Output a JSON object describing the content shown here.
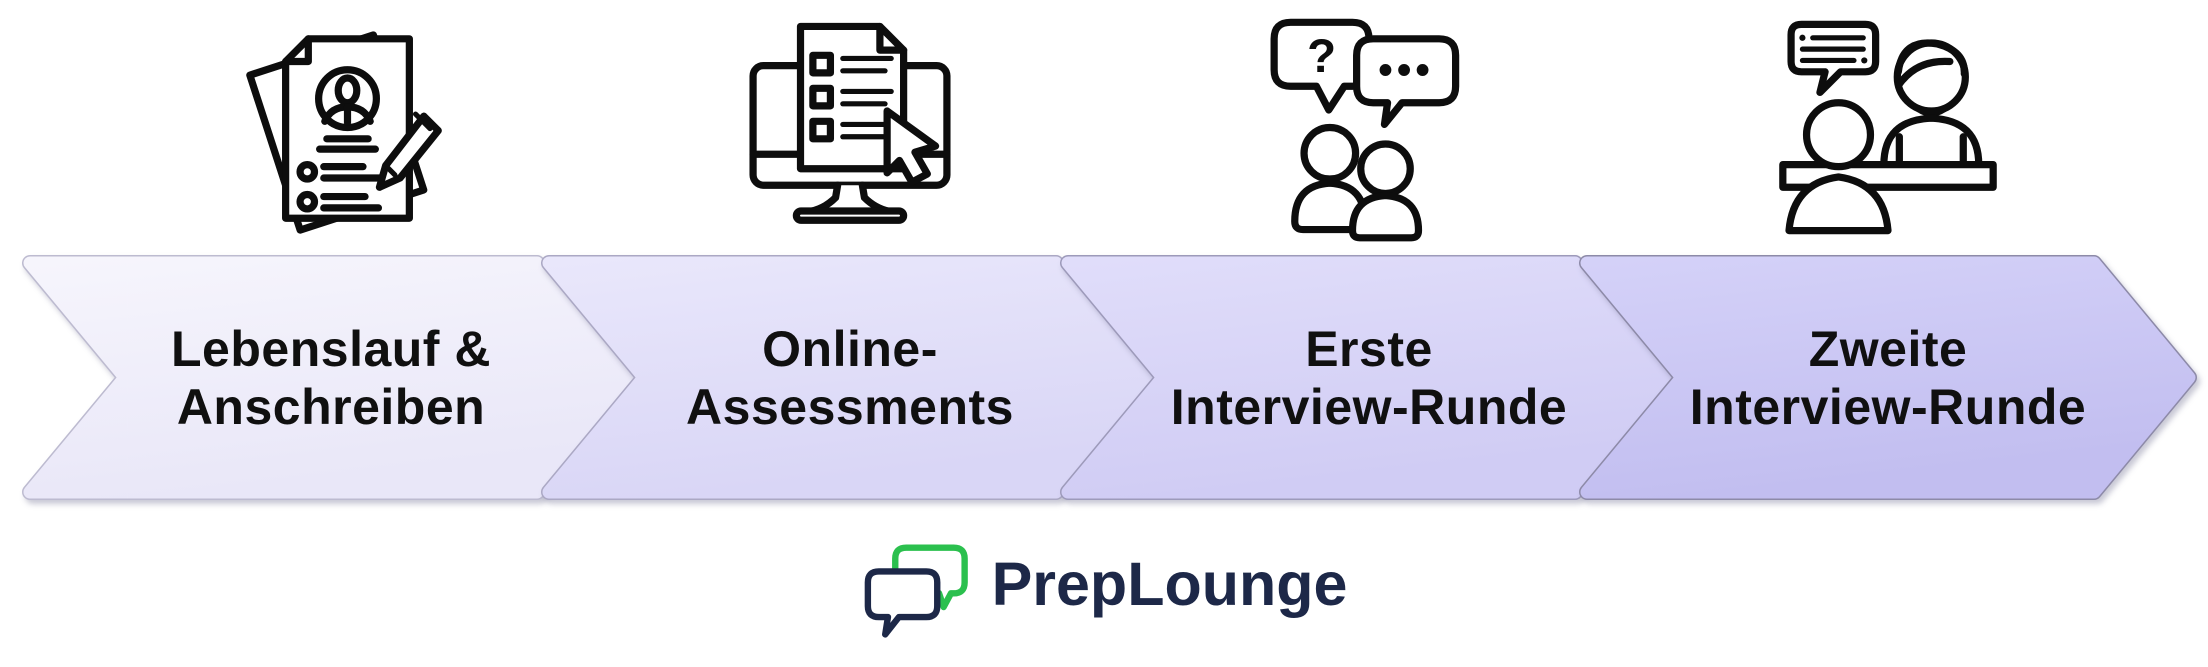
{
  "canvas": {
    "background": "#FFFFFF",
    "ink": "#0D0D0D"
  },
  "steps": [
    {
      "icon": "resume-icon",
      "lines": [
        "Lebenslauf &",
        "Anschreiben"
      ],
      "colors": {
        "start": "#F6F5FC",
        "end": "#E9E7F8",
        "edge": "#BDBBD0"
      }
    },
    {
      "icon": "online-assessment-icon",
      "lines": [
        "Online-",
        "Assessments"
      ],
      "colors": {
        "start": "#E9E7FB",
        "end": "#D9D6F6",
        "edge": "#ABA8C4"
      }
    },
    {
      "icon": "interview-conversation-icon",
      "lines": [
        "Erste",
        "Interview-Runde"
      ],
      "colors": {
        "start": "#E0DDFA",
        "end": "#D0CCF4",
        "edge": "#9D9ABA"
      }
    },
    {
      "icon": "final-interview-icon",
      "lines": [
        "Zweite",
        "Interview-Runde"
      ],
      "colors": {
        "start": "#D4D1F8",
        "end": "#C2BEF0",
        "edge": "#8D8AA8"
      }
    }
  ],
  "icon_glyphs": {
    "question_mark": "?",
    "ellipsis": "•••"
  },
  "logo": {
    "text": "PrepLounge",
    "icon": "chat-bubbles-icon",
    "navy": "#1D2848",
    "green": "#2BC04E"
  }
}
